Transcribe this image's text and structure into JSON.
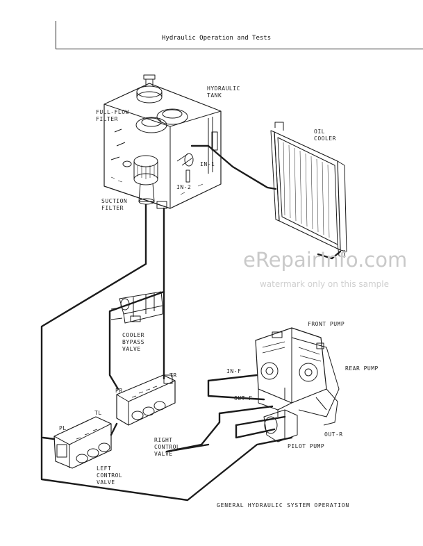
{
  "header": {
    "title": "Hydraulic Operation and Tests"
  },
  "components": {
    "hydraulic_tank": "HYDRAULIC\nTANK",
    "full_flow_filter": "FULL-FLOW\nFILTER",
    "suction_filter": "SUCTION\nFILTER",
    "in_1": "IN-1",
    "in_2": "IN-2",
    "oil_cooler": "OIL\nCOOLER",
    "cooler_bypass_valve": "COOLER\nBYPASS\nVALVE",
    "front_pump": "FRONT PUMP",
    "rear_pump": "REAR PUMP",
    "in_f": "IN-F",
    "out_f": "OUT-F",
    "out_r": "OUT-R",
    "pilot_pump": "PILOT PUMP",
    "tr": "TR",
    "pr": "PR",
    "tl": "TL",
    "pl": "PL",
    "right_control_valve": "RIGHT\nCONTROL\nVALVE",
    "left_control_valve": "LEFT\nCONTROL\nVALVE"
  },
  "caption": "GENERAL HYDRAULIC SYSTEM OPERATION",
  "watermark": {
    "main": "eRepairInfo.com",
    "sub": "watermark only on this sample"
  }
}
